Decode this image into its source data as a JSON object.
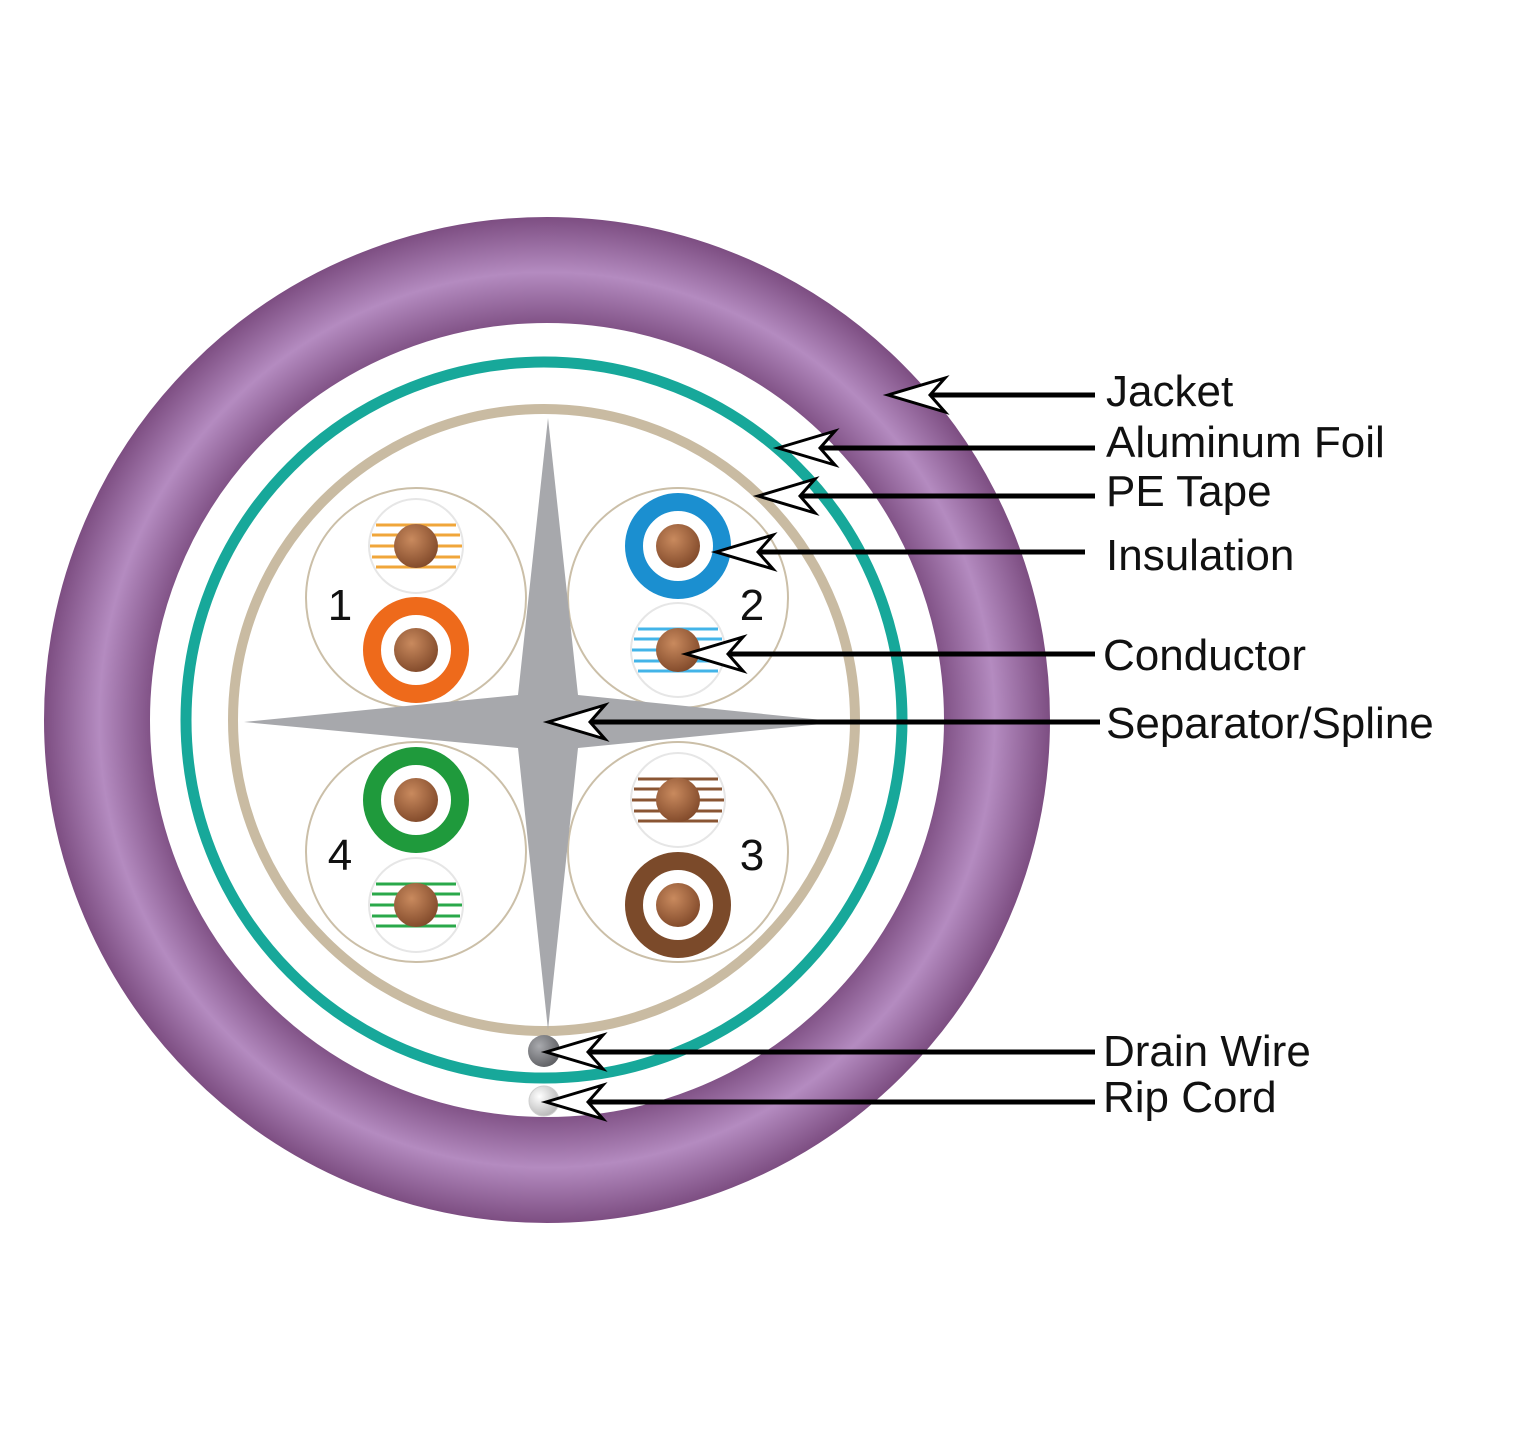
{
  "labels": {
    "jacket": "Jacket",
    "aluminum_foil": "Aluminum Foil",
    "pe_tape": "PE Tape",
    "insulation": "Insulation",
    "conductor": "Conductor",
    "separator": "Separator/Spline",
    "drain_wire": "Drain Wire",
    "rip_cord": "Rip Cord"
  },
  "pairs": {
    "pair1": "1",
    "pair2": "2",
    "pair3": "3",
    "pair4": "4"
  },
  "colors": {
    "jacket": "#8e5a92",
    "jacket_highlight": "#b88bc2",
    "aluminum_foil": "#17a89a",
    "pe_tape": "#c9bba2",
    "separator": "#a7a8ac",
    "conductor": "#9a5a34",
    "orange": "#ee6a1b",
    "blue": "#1b8fd0",
    "green": "#1f9a3c",
    "brown": "#7b4a2a",
    "drain_wire": "#7e7f83",
    "rip_cord": "#e6e6e6"
  }
}
